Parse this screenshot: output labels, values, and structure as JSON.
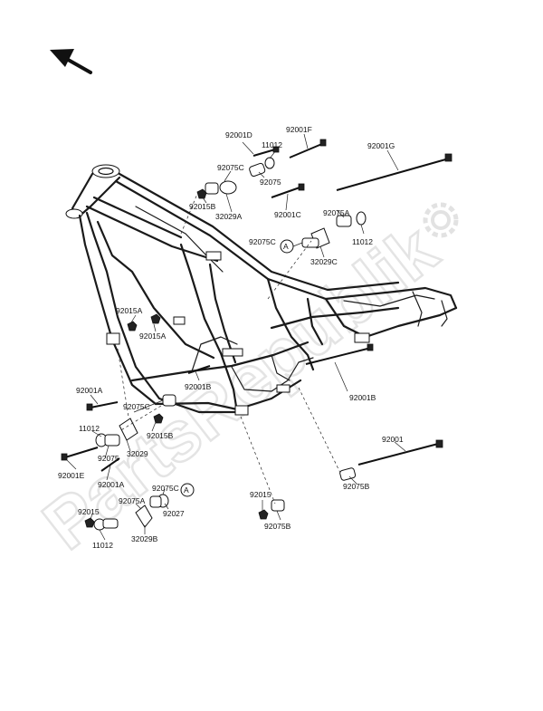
{
  "watermark": "PartsRepublik",
  "callouts": {
    "A": "A"
  },
  "labels": [
    {
      "id": "92001D",
      "text": "92001D"
    },
    {
      "id": "92001F",
      "text": "92001F"
    },
    {
      "id": "11012-top",
      "text": "11012"
    },
    {
      "id": "92075C-top",
      "text": "92075C"
    },
    {
      "id": "92075-top",
      "text": "92075"
    },
    {
      "id": "92015B-top",
      "text": "92015B"
    },
    {
      "id": "32029A",
      "text": "32029A"
    },
    {
      "id": "92001C",
      "text": "92001C"
    },
    {
      "id": "92001G",
      "text": "92001G"
    },
    {
      "id": "92075A-top",
      "text": "92075A"
    },
    {
      "id": "92075C-mid",
      "text": "92075C"
    },
    {
      "id": "11012-right",
      "text": "11012"
    },
    {
      "id": "32029C",
      "text": "32029C"
    },
    {
      "id": "92015A-left",
      "text": "92015A"
    },
    {
      "id": "92015A-mid",
      "text": "92015A"
    },
    {
      "id": "92001B-mid",
      "text": "92001B"
    },
    {
      "id": "92001B-right",
      "text": "92001B"
    },
    {
      "id": "92001A-top",
      "text": "92001A"
    },
    {
      "id": "92075C-left",
      "text": "92075C"
    },
    {
      "id": "11012-left",
      "text": "11012"
    },
    {
      "id": "92015B-left",
      "text": "92015B"
    },
    {
      "id": "32029",
      "text": "32029"
    },
    {
      "id": "92075-left",
      "text": "92075"
    },
    {
      "id": "92001E",
      "text": "92001E"
    },
    {
      "id": "92001A-bottom",
      "text": "92001A"
    },
    {
      "id": "92001",
      "text": "92001"
    },
    {
      "id": "92075B-right",
      "text": "92075B"
    },
    {
      "id": "92075C-bottom",
      "text": "92075C"
    },
    {
      "id": "92075A-bottom",
      "text": "92075A"
    },
    {
      "id": "92027",
      "text": "92027"
    },
    {
      "id": "92015-bottom",
      "text": "92015"
    },
    {
      "id": "32029B",
      "text": "32029B"
    },
    {
      "id": "11012-bottom",
      "text": "11012"
    },
    {
      "id": "92015-mid",
      "text": "92015"
    },
    {
      "id": "92075B-bottom",
      "text": "92075B"
    }
  ]
}
